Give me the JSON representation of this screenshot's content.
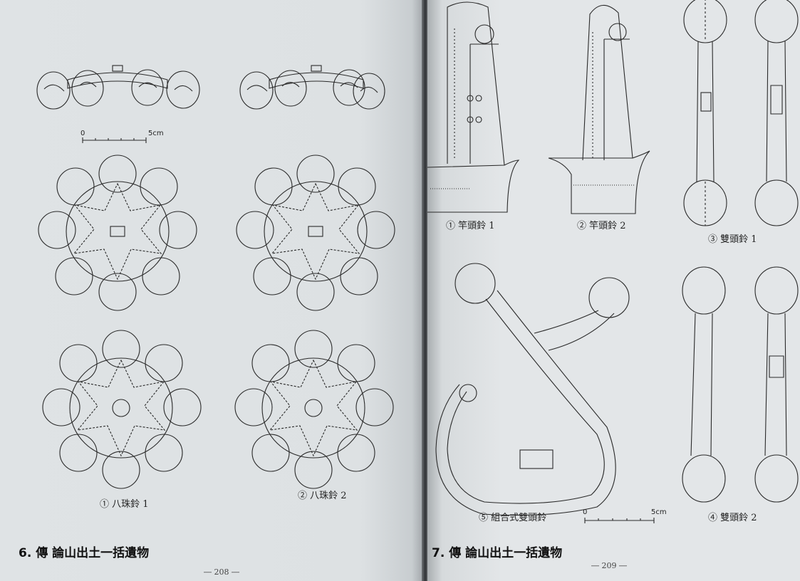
{
  "left_page": {
    "figure_captions": [
      "① 八珠鈴 1",
      "② 八珠鈴 2"
    ],
    "scale": {
      "start": "0",
      "end": "5cm"
    },
    "section_title": "6. 傳 論山出土一括遺物",
    "page_number": "― 208 ―"
  },
  "right_page": {
    "figure_captions": [
      "① 竿頭鈴 1",
      "② 竿頭鈴 2",
      "③ 雙頭鈴 1",
      "④ 雙頭鈴 2",
      "⑤ 組合式雙頭鈴"
    ],
    "scale": {
      "start": "0",
      "end": "5cm"
    },
    "section_title": "7. 傳 論山出土一括遺物",
    "page_number": "― 209 ―"
  }
}
